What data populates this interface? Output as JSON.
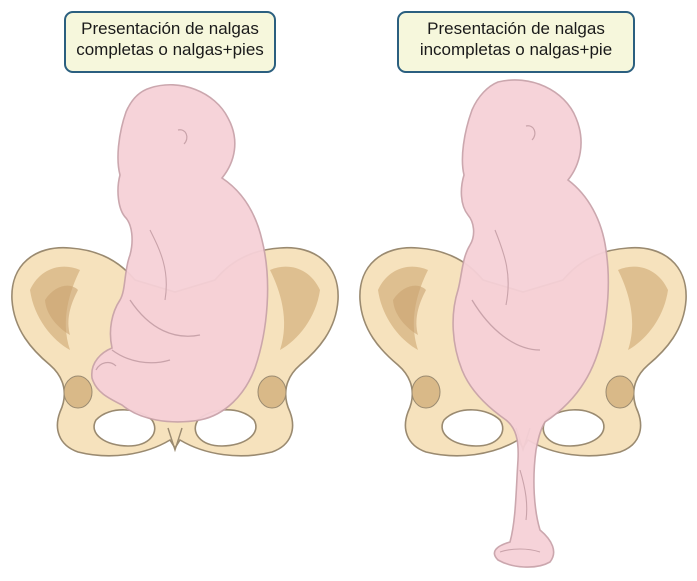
{
  "labels": {
    "left": {
      "line1": "Presentación de nalgas",
      "line2": "completas o nalgas+pies"
    },
    "right": {
      "line1": "Presentación de nalgas",
      "line2": "incompletas o nalgas+pie"
    }
  },
  "colors": {
    "label_fill": "#f6f7dc",
    "label_border": "#2b5f7f",
    "pelvis_fill": "#f6e2bd",
    "pelvis_shadow": "#d9b988",
    "pelvis_outline": "#9a8a70",
    "fetus_fill": "#f6d1d8",
    "fetus_outline": "#c9a3aa"
  }
}
